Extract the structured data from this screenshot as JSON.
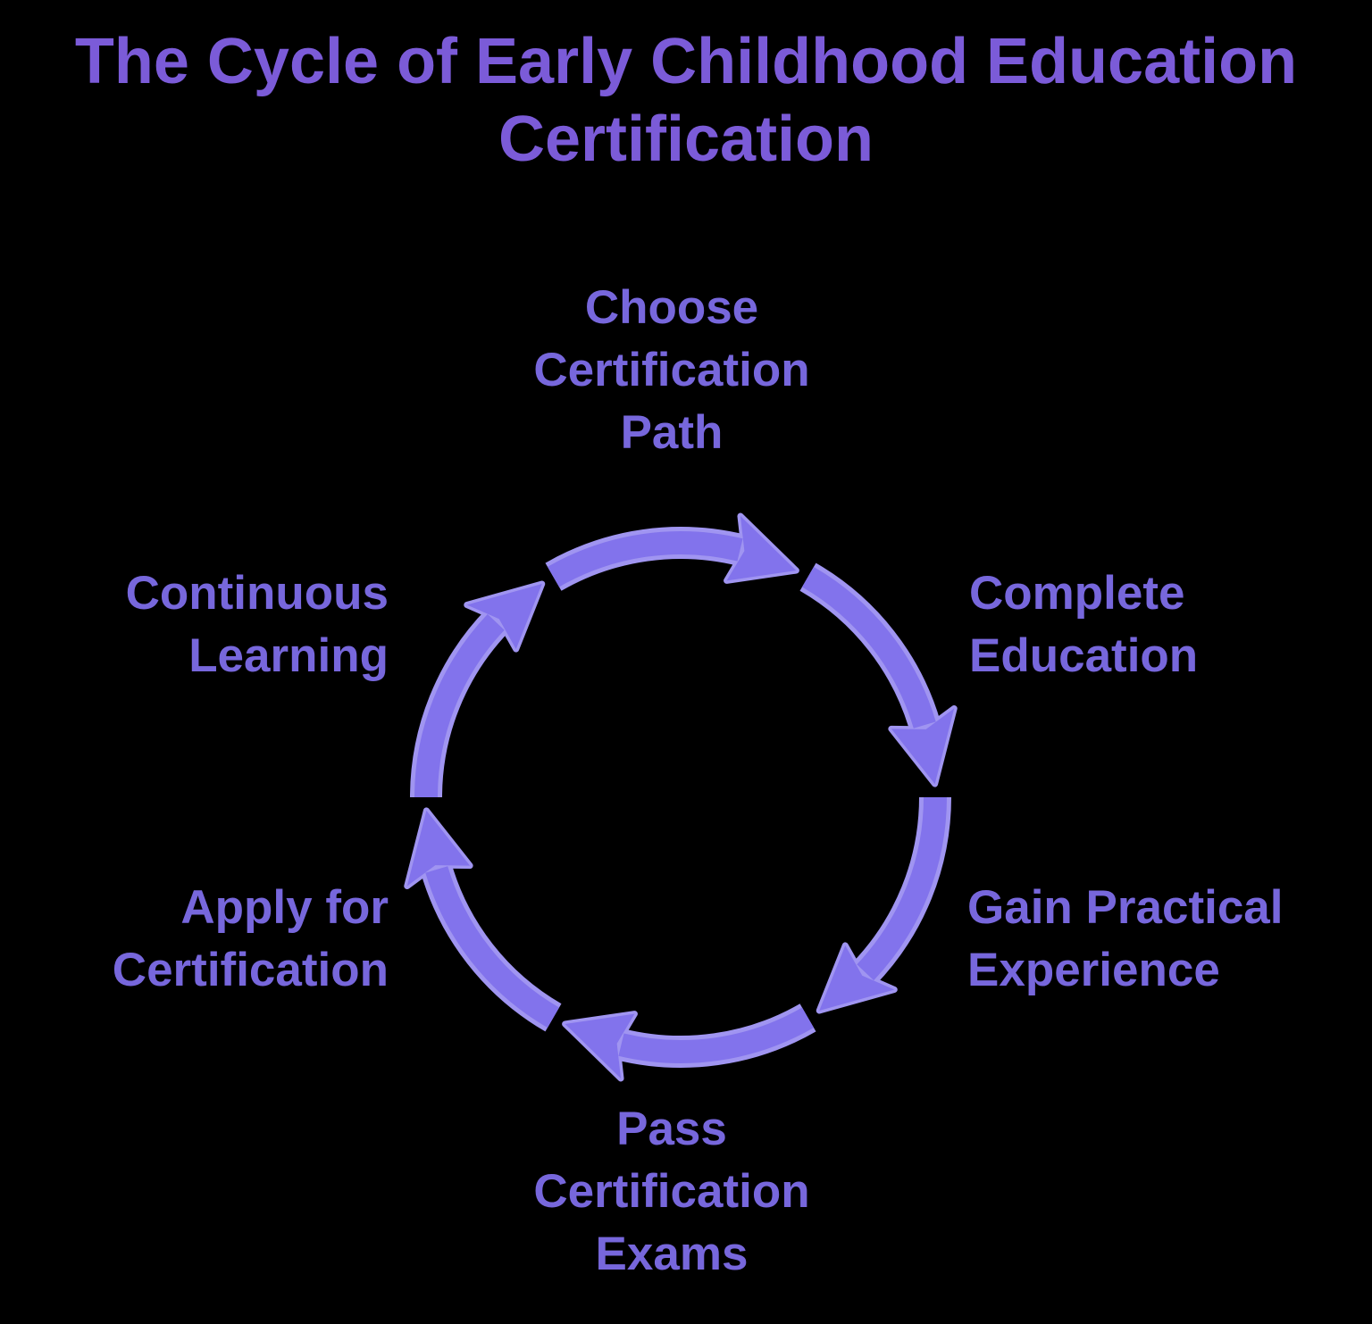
{
  "title": "The Cycle of Early Childhood Education\nCertification",
  "colors": {
    "background": "#000000",
    "title_text": "#7b5bd8",
    "label_text": "#7767dc",
    "arrow_fill": "#8273ec",
    "arrow_border": "#a095f1"
  },
  "cycle": {
    "type": "cycle-diagram",
    "direction": "clockwise",
    "steps": [
      {
        "label": "Choose\nCertification\nPath",
        "position": "top"
      },
      {
        "label": "Complete\nEducation",
        "position": "upper-right"
      },
      {
        "label": "Gain Practical\nExperience",
        "position": "lower-right"
      },
      {
        "label": "Pass\nCertification\nExams",
        "position": "bottom"
      },
      {
        "label": "Apply for\nCertification",
        "position": "lower-left"
      },
      {
        "label": "Continuous\nLearning",
        "position": "upper-left"
      }
    ]
  }
}
